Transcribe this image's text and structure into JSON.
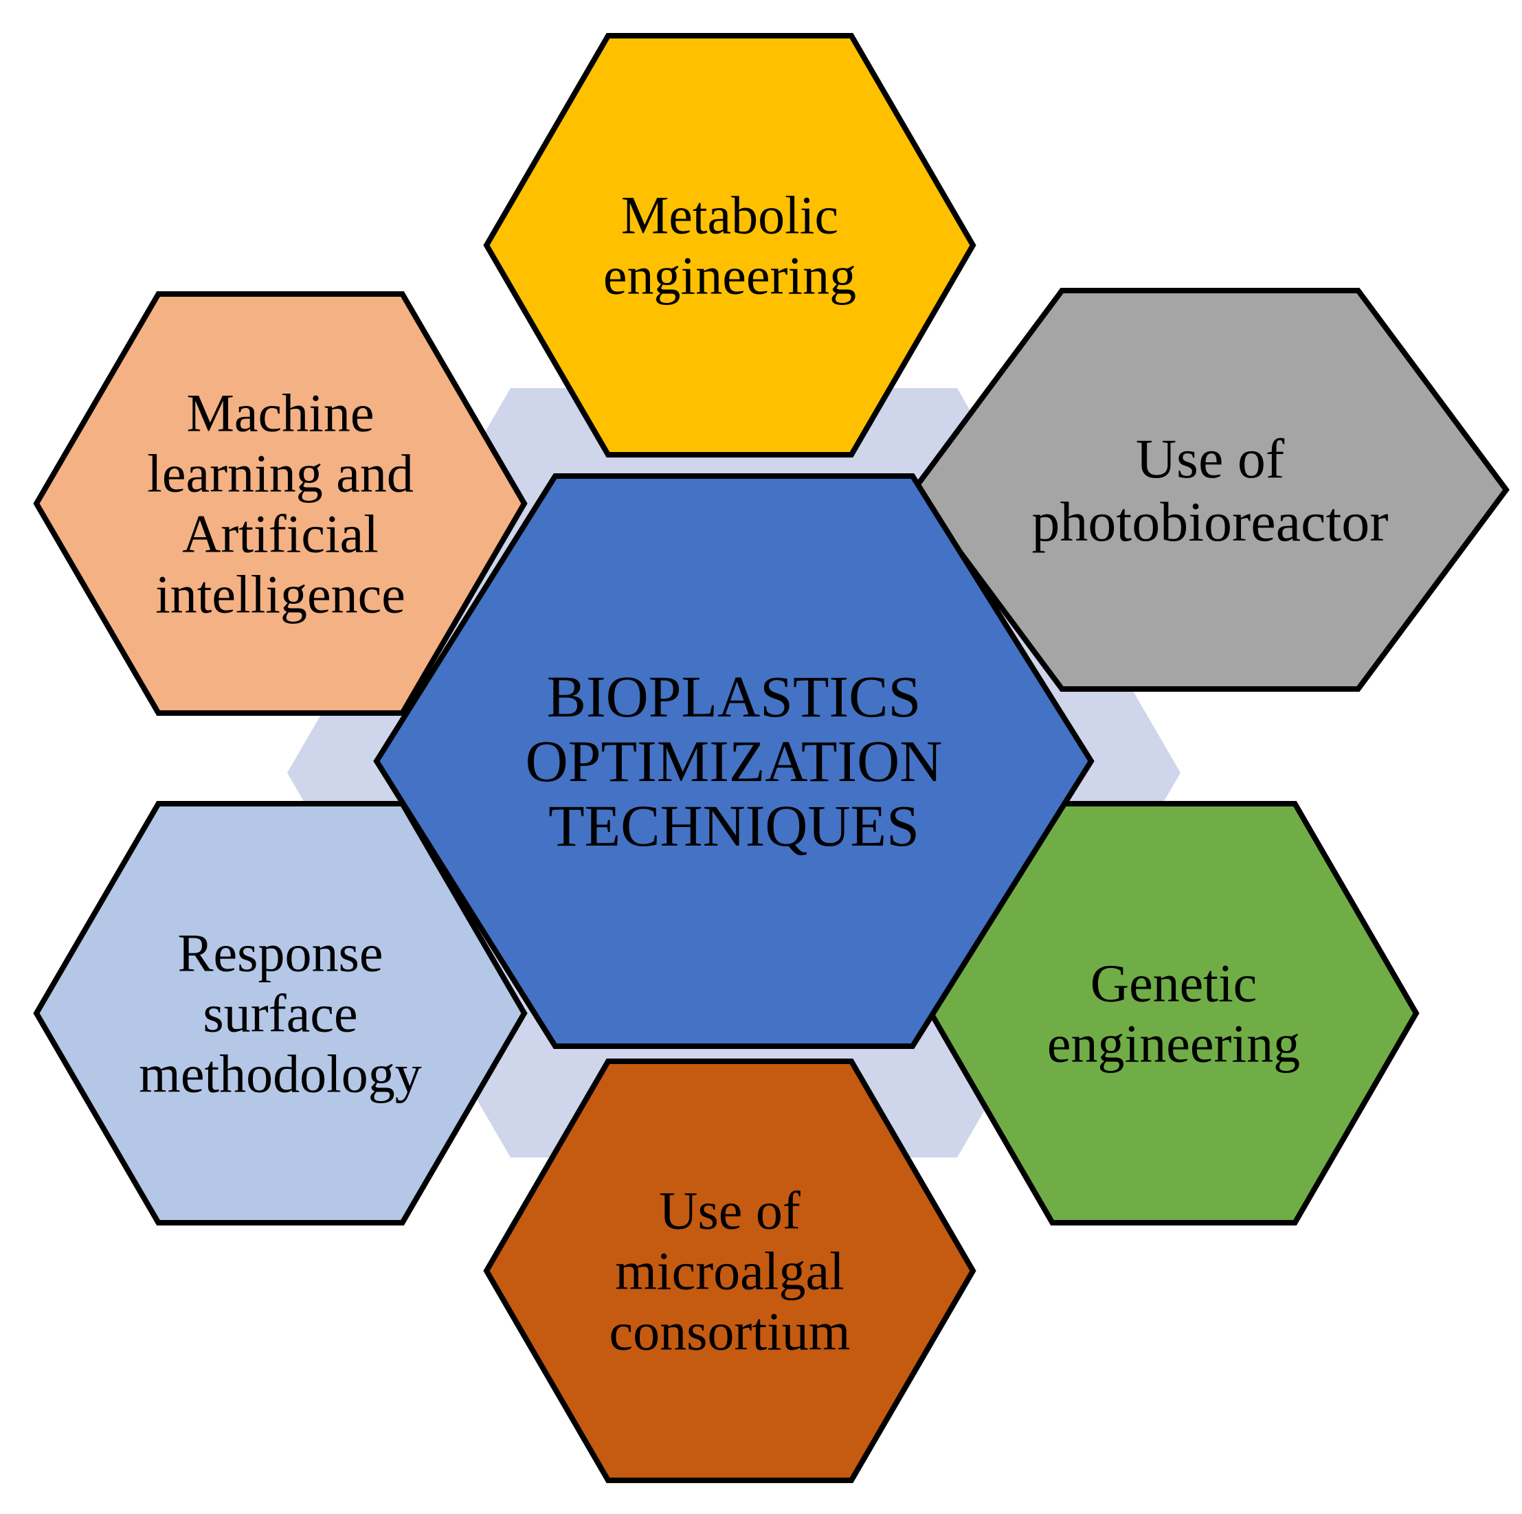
{
  "colors": {
    "background_ring": "#cfd5ea",
    "outline": "#000000"
  },
  "center": {
    "lines": [
      "BIOPLASTICS",
      "OPTIMIZATION",
      "TECHNIQUES"
    ],
    "color": "#4472c4"
  },
  "nodes": [
    {
      "id": "metabolic-engineering",
      "lines": [
        "Metabolic",
        "engineering"
      ],
      "color": "#ffc000"
    },
    {
      "id": "use-of-photobioreactor",
      "lines": [
        "Use of",
        "photobioreactor"
      ],
      "color": "#a5a5a5"
    },
    {
      "id": "genetic-engineering",
      "lines": [
        "Genetic",
        "engineering"
      ],
      "color": "#70ad47"
    },
    {
      "id": "use-of-microalgal-consortium",
      "lines": [
        "Use of",
        "microalgal",
        "consortium"
      ],
      "color": "#c55a11"
    },
    {
      "id": "response-surface-methodology",
      "lines": [
        "Response",
        "surface",
        "methodology"
      ],
      "color": "#b4c7e7"
    },
    {
      "id": "machine-learning-and-artificial-intelligence",
      "lines": [
        "Machine",
        "learning and",
        "Artificial",
        "intelligence"
      ],
      "color": "#f4b183"
    }
  ]
}
